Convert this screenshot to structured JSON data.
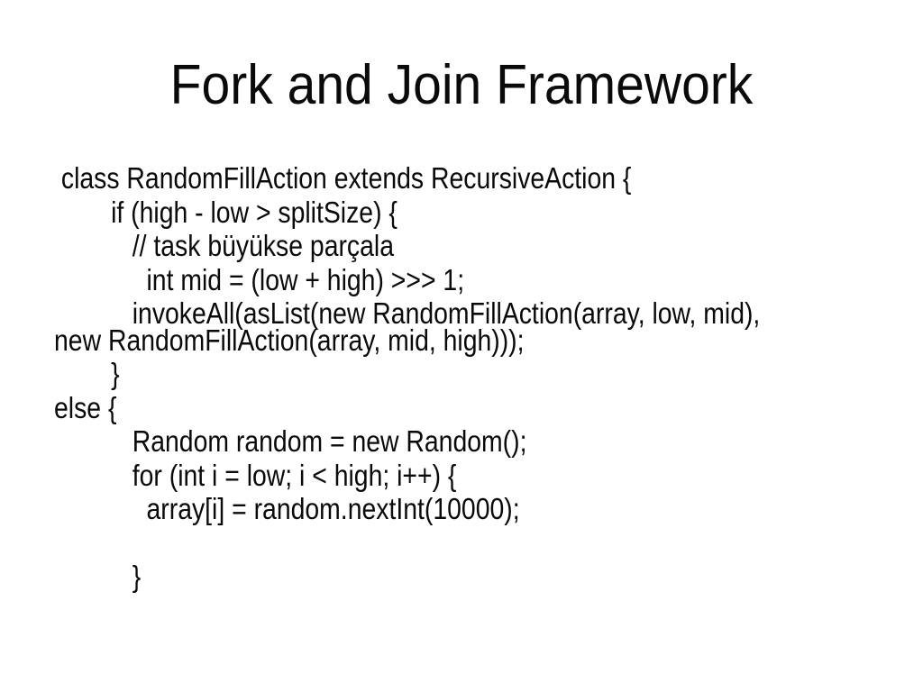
{
  "slide": {
    "title": "Fork and Join Framework",
    "code_lines": [
      " class RandomFillAction extends RecursiveAction {",
      "        if (high - low > splitSize) {",
      "           // task büyükse parçala",
      "             int mid = (low + high) >>> 1;",
      "           invokeAll(asList(new RandomFillAction(array, low, mid),",
      "new RandomFillAction(array, mid, high)));",
      "        }",
      "else {",
      "           Random random = new Random();",
      "           for (int i = low; i < high; i++) {",
      "             array[i] = random.nextInt(10000);",
      "",
      "           }"
    ]
  },
  "colors": {
    "background": "#ffffff",
    "text": "#0a0a0a"
  }
}
